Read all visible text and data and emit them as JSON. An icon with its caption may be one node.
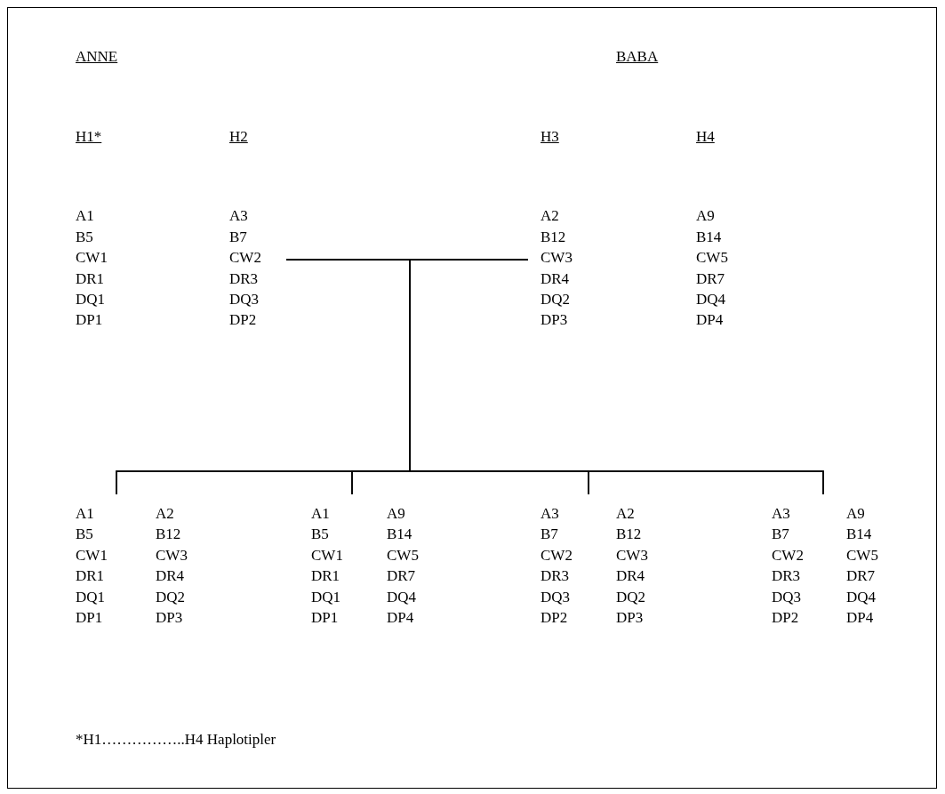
{
  "diagram": {
    "nodes": [
      {
        "text": [
          "H1*",
          "A1",
          "B5",
          "CW1",
          "DR1",
          "DQ1",
          "DP1"
        ]
      },
      {
        "text": [
          "H2",
          "A3",
          "B7",
          "CW2",
          "DR3",
          "DQ3",
          "DP2"
        ]
      },
      {
        "text": [
          "H3",
          "A2",
          "B12",
          "CW3",
          "DR4",
          "DQ2",
          "DP3"
        ]
      },
      {
        "text": [
          "H4",
          "A9",
          "B14",
          "CW5",
          "DR7",
          "DQ4",
          "DP4"
        ]
      },
      {
        "text": [
          "A1",
          "B5",
          "CW1",
          "DR1",
          "DQ1",
          "DP1",
          "A2",
          "B12",
          "CW3",
          "DR4",
          "DQ2",
          "DP3"
        ]
      },
      {
        "text": [
          "A1",
          "B5",
          "CW1",
          "DR1",
          "DQ1",
          "DP1",
          "A9",
          "B14",
          "CW5",
          "DR7",
          "DQ4",
          "DP4"
        ]
      },
      {
        "text": [
          "A3",
          "B7",
          "CW2",
          "DR3",
          "DQ3",
          "DP2",
          "A2",
          "B12",
          "CW3",
          "DR4",
          "DQ2",
          "DP3"
        ]
      },
      {
        "text": [
          "A3",
          "B7",
          "CW2",
          "DR3",
          "DQ3",
          "DP2",
          "A9",
          "B14",
          "CW5",
          "DR7",
          "DQ4",
          "DP4"
        ]
      }
    ],
    "edges": [
      {
        "from": 1,
        "to": 4,
        "arrow": "none"
      },
      {
        "from": 1,
        "to": 5,
        "arrow": "none"
      },
      {
        "from": 1,
        "to": 6,
        "arrow": "none"
      },
      {
        "from": 1,
        "to": 7,
        "arrow": "none"
      },
      {
        "from": 2,
        "to": 4,
        "arrow": "none"
      },
      {
        "from": 2,
        "to": 5,
        "arrow": "none"
      },
      {
        "from": 2,
        "to": 6,
        "arrow": "none"
      },
      {
        "from": 2,
        "to": 7,
        "arrow": "none"
      }
    ],
    "labels": [
      "ANNE",
      "BABA",
      "*H1……………..H4 Haplotipler"
    ]
  }
}
